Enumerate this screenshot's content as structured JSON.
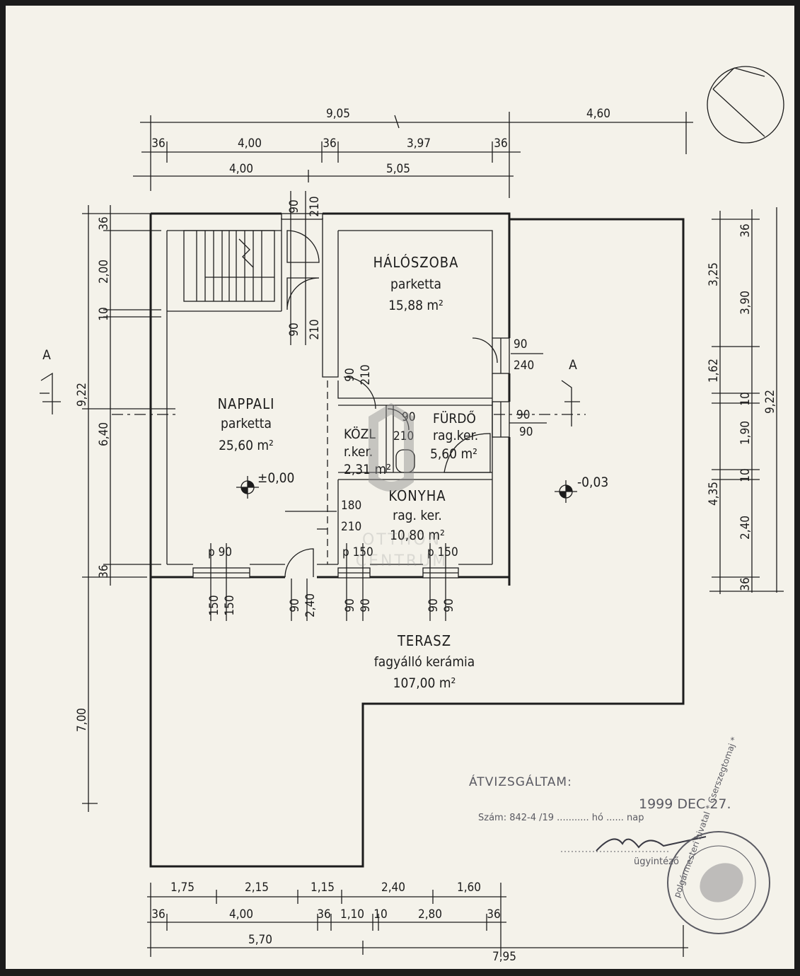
{
  "rooms": {
    "halo_name": "HÁLÓSZOBA",
    "halo_floor": "parketta",
    "halo_area": "15,88 m²",
    "nappali_name": "NAPPALI",
    "nappali_floor": "parketta",
    "nappali_area": "25,60 m²",
    "kozl_name": "KÖZL",
    "kozl_floor": "r.ker.",
    "kozl_area": "2,31 m²",
    "furdo_name": "FÜRDŐ",
    "furdo_floor": "rag.ker.",
    "furdo_area": "5,60 m²",
    "konyha_name": "KONYHA",
    "konyha_floor": "rag. ker.",
    "konyha_area": "10,80 m²",
    "terasz_name": "TERASZ",
    "terasz_floor": "fagyálló kerámia",
    "terasz_area": "107,00 m²"
  },
  "levels": {
    "indoor": "±0,00",
    "outdoor": "-0,03"
  },
  "section_marks": {
    "left": "A",
    "right": "A"
  },
  "dims_top": {
    "row1": [
      "9,05",
      "4,60"
    ],
    "row2": [
      "36",
      "4,00",
      "36",
      "3,97",
      "36"
    ],
    "row3": [
      "4,00",
      "5,05"
    ]
  },
  "dims_left": [
    "36",
    "2,00",
    "10",
    "9,22",
    "6,40",
    "36",
    "7,00"
  ],
  "dims_right_inner": [
    "36",
    "3,90",
    "1,62",
    "10",
    "1,90",
    "10",
    "2,40",
    "36"
  ],
  "dims_right_outer": [
    "3,25",
    "9,22",
    "4,35"
  ],
  "dims_bottom": {
    "row1": [
      "1,75",
      "2,15",
      "1,15",
      "2,40",
      "1,60"
    ],
    "row2": [
      "36",
      "4,00",
      "36",
      "1,10",
      "10",
      "2,80",
      "36"
    ],
    "row3": [
      "5,70",
      "7,95"
    ]
  },
  "openings": {
    "top_door_a": "90",
    "top_door_b": "210",
    "hall_door_a": "90",
    "hall_door_b": "210",
    "bed_door_a": "90",
    "bed_door_b": "240",
    "kozl_door_a": "90",
    "kozl_door_b": "210",
    "furdo_door_a": "90",
    "furdo_door_b": "210",
    "furdo_win_a": "90",
    "furdo_win_b": "90",
    "konyha_pass_a": "180",
    "konyha_pass_b": "210",
    "p90": "p 90",
    "p150a": "p 150",
    "p150b": "p 150",
    "bw1_a": "150",
    "bw1_b": "150",
    "bw2_a": "90",
    "bw2_b": "2,40",
    "bw3_a": "90",
    "bw3_b": "90",
    "bw4_a": "90",
    "bw4_b": "90"
  },
  "stamp": {
    "title": "ÁTVIZSGÁLTAM:",
    "date": "1999 DEC 27.",
    "number_line": "Szám: 842-4 /19 ........... hó ...... nap",
    "clerk": "ügyintéző",
    "seal_text": "polgármesteri hivatal * Cserszegtomaj *"
  },
  "watermark": {
    "line1": "OTTHON",
    "line2": "CENTRUM"
  }
}
